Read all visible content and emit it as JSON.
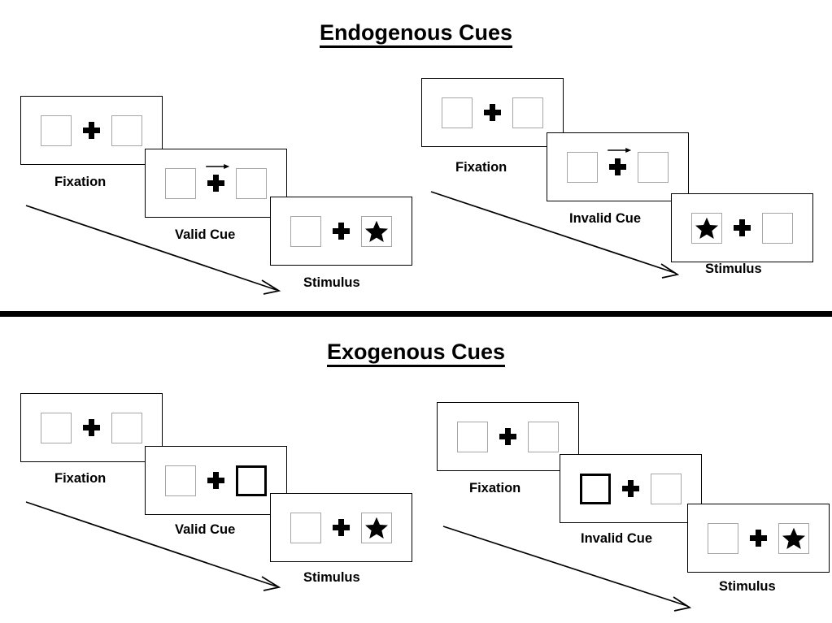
{
  "figure": {
    "sections": [
      {
        "id": "endogenous",
        "title": "Endogenous Cues",
        "sequences": [
          {
            "id": "endogenous-valid",
            "validity": "valid",
            "frames": [
              {
                "id": "endo-valid-fixation",
                "caption": "Fixation",
                "left_box": "empty",
                "right_box": "empty",
                "center": "fixation-cross",
                "arrow_cue": "none"
              },
              {
                "id": "endo-valid-cue",
                "caption": "Valid Cue",
                "left_box": "empty",
                "right_box": "empty",
                "center": "fixation-cross",
                "arrow_cue": "right"
              },
              {
                "id": "endo-valid-stimulus",
                "caption": "Stimulus",
                "left_box": "empty",
                "right_box": "star",
                "center": "fixation-cross",
                "arrow_cue": "none"
              }
            ]
          },
          {
            "id": "endogenous-invalid",
            "validity": "invalid",
            "frames": [
              {
                "id": "endo-invalid-fixation",
                "caption": "Fixation",
                "left_box": "empty",
                "right_box": "empty",
                "center": "fixation-cross",
                "arrow_cue": "none"
              },
              {
                "id": "endo-invalid-cue",
                "caption": "Invalid Cue",
                "left_box": "empty",
                "right_box": "empty",
                "center": "fixation-cross",
                "arrow_cue": "right"
              },
              {
                "id": "endo-invalid-stimulus",
                "caption": "Stimulus",
                "left_box": "star",
                "right_box": "empty",
                "center": "fixation-cross",
                "arrow_cue": "none"
              }
            ]
          }
        ]
      },
      {
        "id": "exogenous",
        "title": "Exogenous Cues",
        "sequences": [
          {
            "id": "exogenous-valid",
            "validity": "valid",
            "frames": [
              {
                "id": "exo-valid-fixation",
                "caption": "Fixation",
                "left_box": "empty",
                "right_box": "empty",
                "center": "fixation-cross",
                "arrow_cue": "none"
              },
              {
                "id": "exo-valid-cue",
                "caption": "Valid Cue",
                "left_box": "empty",
                "right_box": "cued",
                "center": "fixation-cross",
                "arrow_cue": "none"
              },
              {
                "id": "exo-valid-stimulus",
                "caption": "Stimulus",
                "left_box": "empty",
                "right_box": "star",
                "center": "fixation-cross",
                "arrow_cue": "none"
              }
            ]
          },
          {
            "id": "exogenous-invalid",
            "validity": "invalid",
            "frames": [
              {
                "id": "exo-invalid-fixation",
                "caption": "Fixation",
                "left_box": "empty",
                "right_box": "empty",
                "center": "fixation-cross",
                "arrow_cue": "none"
              },
              {
                "id": "exo-invalid-cue",
                "caption": "Invalid Cue",
                "left_box": "cued",
                "right_box": "empty",
                "center": "fixation-cross",
                "arrow_cue": "none"
              },
              {
                "id": "exo-invalid-stimulus",
                "caption": "Stimulus",
                "left_box": "empty",
                "right_box": "star",
                "center": "fixation-cross",
                "arrow_cue": "none"
              }
            ]
          }
        ]
      }
    ],
    "colors": {
      "background": "#ffffff",
      "ink": "#000000",
      "box_outline": "#a6a6a6",
      "cued_box_outline": "#000000",
      "panel_outline": "#000000"
    },
    "icons": {
      "fixation_cross": "plus-icon",
      "stimulus": "star-icon",
      "cue": "arrow-right-icon",
      "time_flow": "arrow-diagonal-icon",
      "divider": "horizontal-rule"
    }
  }
}
